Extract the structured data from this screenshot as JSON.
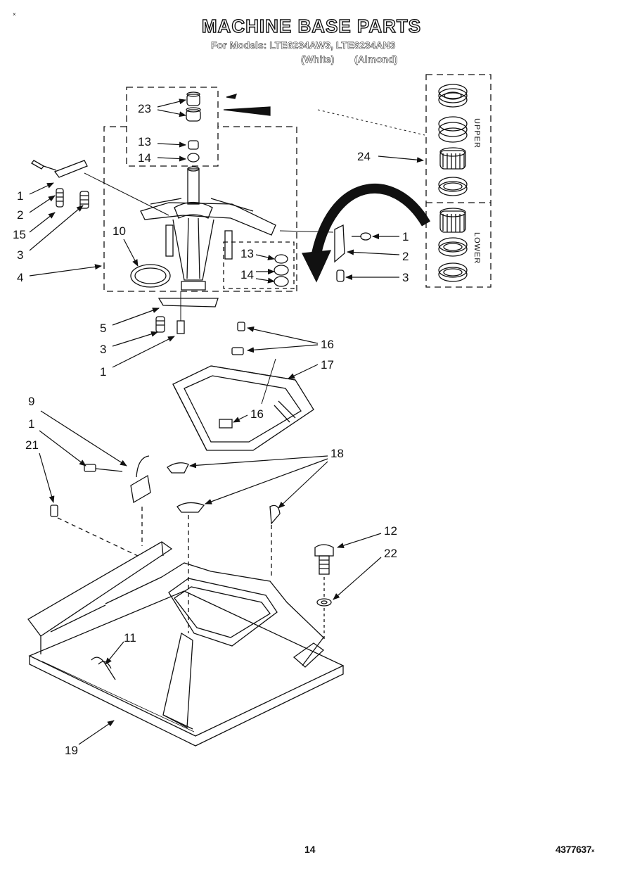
{
  "header": {
    "title": "MACHINE BASE PARTS",
    "models_line": "For Models: LTE6234AW3, LTE6234AN3",
    "white_label": "(White)",
    "almond_label": "(Almond)",
    "corner_mark": "×"
  },
  "inset": {
    "upper_label": "UPPER",
    "lower_label": "LOWER"
  },
  "callouts": {
    "c23": "23",
    "c13a": "13",
    "c14a": "14",
    "c24": "24",
    "c1a": "1",
    "c2a": "2",
    "c15": "15",
    "c3a": "3",
    "c4": "4",
    "c10": "10",
    "c13b": "13",
    "c14b": "14",
    "c1b": "1",
    "c2b": "2",
    "c3b": "3",
    "c5": "5",
    "c3c": "3",
    "c1c": "1",
    "c16a": "16",
    "c17": "17",
    "c16b": "16",
    "c9": "9",
    "c1d": "1",
    "c21": "21",
    "c18": "18",
    "c12": "12",
    "c22": "22",
    "c11": "11",
    "c19": "19"
  },
  "footer": {
    "page_number": "14",
    "doc_number": "4377637",
    "doc_suffix": "×"
  }
}
